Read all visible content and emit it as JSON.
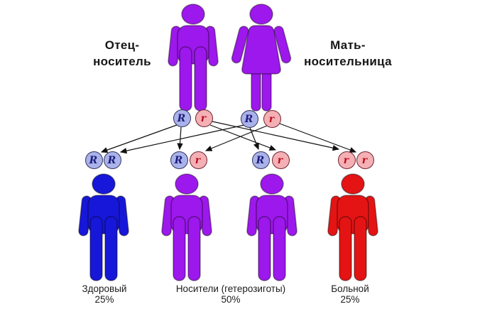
{
  "diagram_title": "Autosomal recessive inheritance pedigree (carrier parents)",
  "colors": {
    "carrier_purple": "#9d18ec",
    "healthy_blue": "#1717d9",
    "affected_red": "#e41414",
    "allele_R_fill": "#aab2ea",
    "allele_R_text": "#1d1d7a",
    "allele_r_fill": "#f4b0b4",
    "allele_r_text": "#b80f1e",
    "text_color": "#161616",
    "background": "#ffffff"
  },
  "parents": {
    "father": {
      "label": "Отец-\nноситель",
      "alleles": [
        "R",
        "r"
      ]
    },
    "mother": {
      "label": "Мать-\nносительница",
      "alleles": [
        "R",
        "r"
      ]
    }
  },
  "offspring": {
    "genotypes": [
      [
        "R",
        "R"
      ],
      [
        "R",
        "r"
      ],
      [
        "R",
        "r"
      ],
      [
        "r",
        "r"
      ]
    ]
  },
  "captions": [
    {
      "name": "Здоровый",
      "percent": "25%"
    },
    {
      "name": "Носители (гетерозиготы)",
      "percent": "50%"
    },
    {
      "name": "Больной",
      "percent": "25%"
    }
  ]
}
